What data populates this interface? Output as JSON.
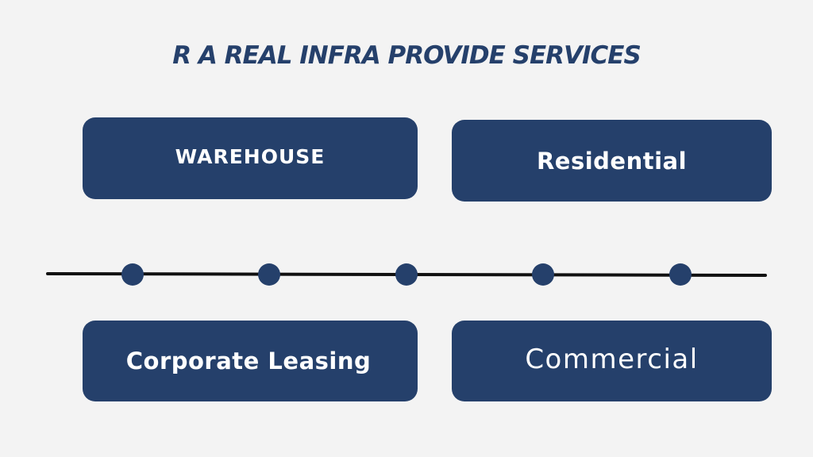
{
  "title": "R A REAL INFRA PROVIDE SERVICES",
  "services": {
    "warehouse": "WAREHOUSE",
    "residential": "Residential",
    "corporate_leasing": "Corporate Leasing",
    "commercial": "Commercial"
  },
  "colors": {
    "background": "#f3f3f3",
    "accent": "#25406b",
    "line": "#111111",
    "card_text": "#ffffff"
  }
}
